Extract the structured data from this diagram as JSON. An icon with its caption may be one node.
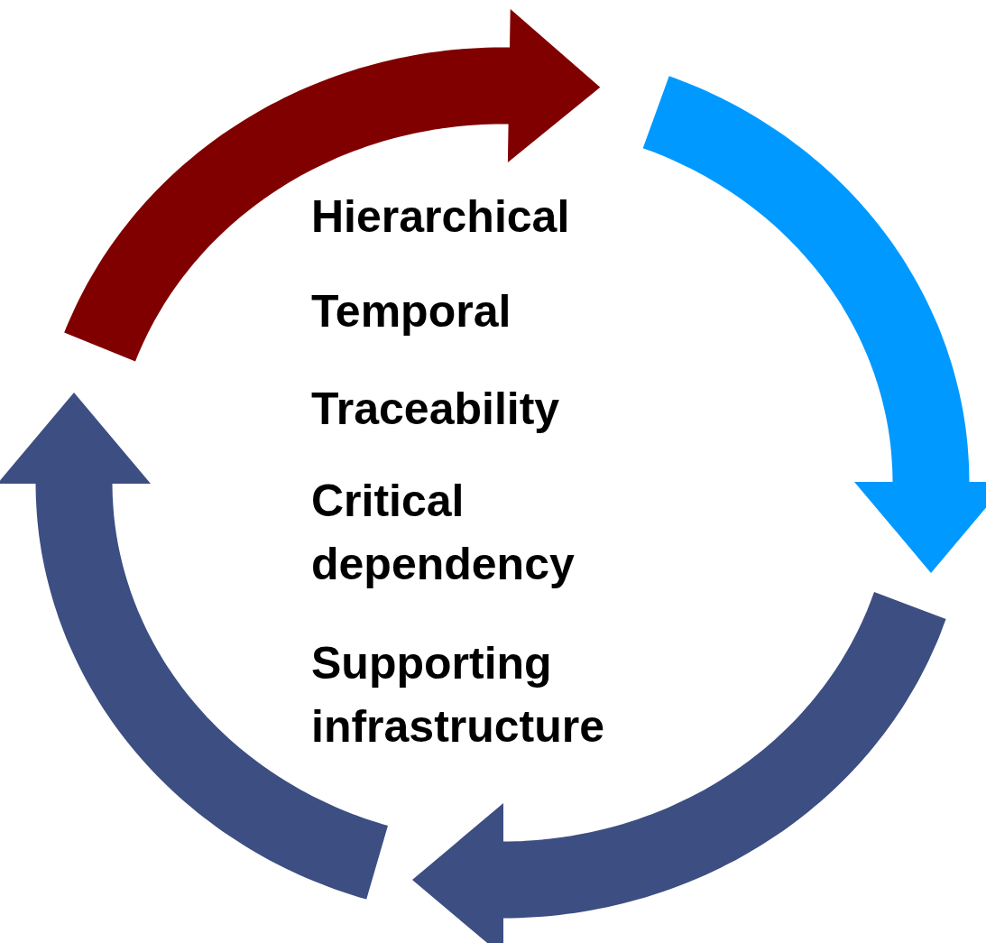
{
  "diagram": {
    "labels": [
      "Hierarchical",
      "Temporal",
      "Traceability",
      "Critical dependency",
      "Supporting infrastructure"
    ]
  }
}
